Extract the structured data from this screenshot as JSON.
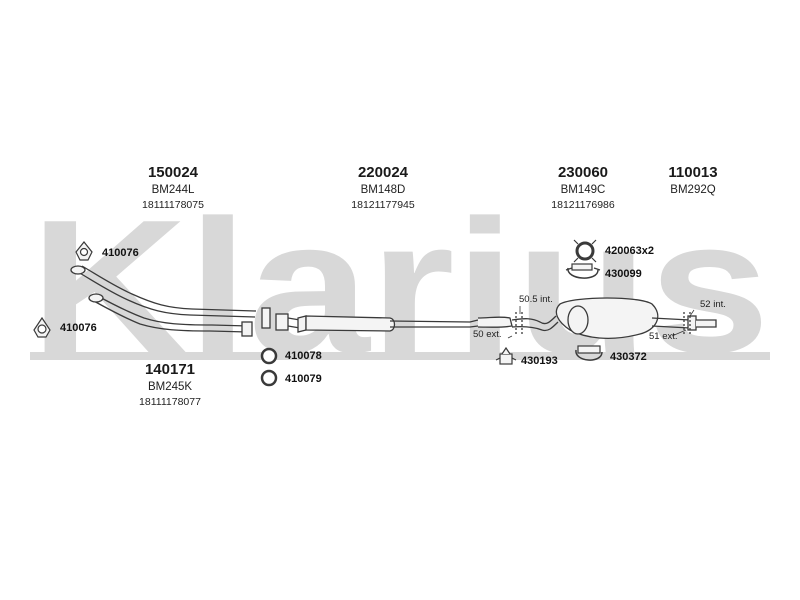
{
  "brand": {
    "watermark_text": "Klarius",
    "watermark_color": "#d6d6d6"
  },
  "parts": [
    {
      "number": "150024",
      "code": "BM244L",
      "oem": "18111178075"
    },
    {
      "number": "220024",
      "code": "BM148D",
      "oem": "18121177945"
    },
    {
      "number": "230060",
      "code": "BM149C",
      "oem": "18121176986"
    },
    {
      "number": "110013",
      "code": "BM292Q",
      "oem": ""
    },
    {
      "number": "140171",
      "code": "BM245K",
      "oem": "18111178077"
    }
  ],
  "accessories": {
    "gasket_top": "410076",
    "gasket_left": "410076",
    "ring_a": "410078",
    "ring_b": "410079",
    "mount_pair": "420063x2",
    "clamp_top": "430099",
    "rubber_mount": "430193",
    "clamp_bottom": "430372"
  },
  "dimensions": {
    "front_int": "50.5 int.",
    "front_ext": "50 ext.",
    "rear_int": "52 int.",
    "rear_ext": "51 ext."
  },
  "colors": {
    "line": "#3a3a3a",
    "pipe_fill": "#f4f4f4"
  }
}
